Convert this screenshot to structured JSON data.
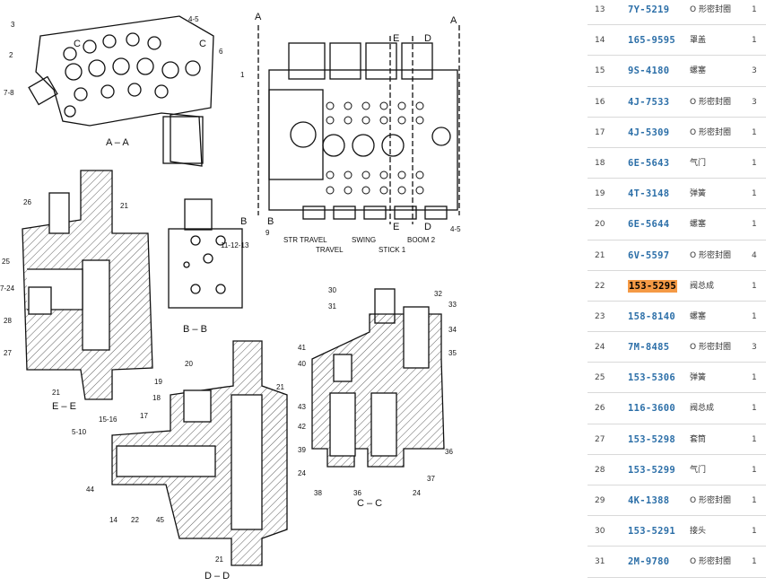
{
  "diagram": {
    "section_titles": [
      "A – A",
      "B – B",
      "E – E",
      "D – D",
      "C – C"
    ],
    "view_markers": [
      "A",
      "A",
      "B",
      "B",
      "C",
      "C",
      "E",
      "E",
      "D",
      "D"
    ],
    "function_labels": [
      "STR TRAVEL",
      "TRAVEL",
      "SWING",
      "STICK 1",
      "BOOM 2"
    ],
    "callouts": [
      "1",
      "2",
      "3",
      "4-5",
      "6",
      "7-8",
      "9",
      "4-5",
      "26",
      "21",
      "25",
      "7-24",
      "28",
      "27",
      "21",
      "11-12-13",
      "20",
      "19",
      "18",
      "17",
      "15-16",
      "5-10",
      "44",
      "14",
      "22",
      "45",
      "21",
      "21",
      "30",
      "31",
      "32",
      "33",
      "34",
      "35",
      "41",
      "40",
      "43",
      "42",
      "39",
      "24",
      "38",
      "36",
      "24",
      "37",
      "36"
    ]
  },
  "parts": [
    {
      "index": "13",
      "part_no": "7Y-5219",
      "name": "O 形密封圈",
      "qty": "1",
      "highlight": false
    },
    {
      "index": "14",
      "part_no": "165-9595",
      "name": "罩盖",
      "qty": "1",
      "highlight": false
    },
    {
      "index": "15",
      "part_no": "9S-4180",
      "name": "螺塞",
      "qty": "3",
      "highlight": false
    },
    {
      "index": "16",
      "part_no": "4J-7533",
      "name": "O 形密封圈",
      "qty": "3",
      "highlight": false
    },
    {
      "index": "17",
      "part_no": "4J-5309",
      "name": "O 形密封圈",
      "qty": "1",
      "highlight": false
    },
    {
      "index": "18",
      "part_no": "6E-5643",
      "name": "气门",
      "qty": "1",
      "highlight": false
    },
    {
      "index": "19",
      "part_no": "4T-3148",
      "name": "弹簧",
      "qty": "1",
      "highlight": false
    },
    {
      "index": "20",
      "part_no": "6E-5644",
      "name": "螺塞",
      "qty": "1",
      "highlight": false
    },
    {
      "index": "21",
      "part_no": "6V-5597",
      "name": "O 形密封圈",
      "qty": "4",
      "highlight": false
    },
    {
      "index": "22",
      "part_no": "153-5295",
      "name": "阀总成",
      "qty": "1",
      "highlight": true
    },
    {
      "index": "23",
      "part_no": "158-8140",
      "name": "螺塞",
      "qty": "1",
      "highlight": false
    },
    {
      "index": "24",
      "part_no": "7M-8485",
      "name": "O 形密封圈",
      "qty": "3",
      "highlight": false
    },
    {
      "index": "25",
      "part_no": "153-5306",
      "name": "弹簧",
      "qty": "1",
      "highlight": false
    },
    {
      "index": "26",
      "part_no": "116-3600",
      "name": "阀总成",
      "qty": "1",
      "highlight": false
    },
    {
      "index": "27",
      "part_no": "153-5298",
      "name": "套筒",
      "qty": "1",
      "highlight": false
    },
    {
      "index": "28",
      "part_no": "153-5299",
      "name": "气门",
      "qty": "1",
      "highlight": false
    },
    {
      "index": "29",
      "part_no": "4K-1388",
      "name": "O 形密封圈",
      "qty": "1",
      "highlight": false
    },
    {
      "index": "30",
      "part_no": "153-5291",
      "name": "接头",
      "qty": "1",
      "highlight": false
    },
    {
      "index": "31",
      "part_no": "2M-9780",
      "name": "O 形密封圈",
      "qty": "1",
      "highlight": false
    }
  ]
}
